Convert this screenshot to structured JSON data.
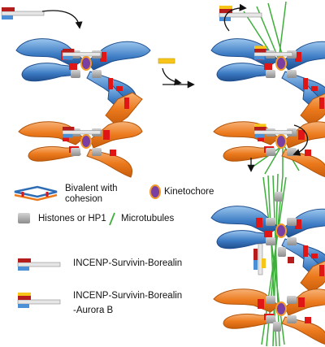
{
  "legend": {
    "bivalent": "Bivalent with\ncohesion",
    "kinetochore": "Kinetochore",
    "histones": "Histones or HP1",
    "microtubules": "Microtubules",
    "cpc": "INCENP-Survivin-Borealin",
    "cpc_aurora_line1": "INCENP-Survivin-Borealin",
    "cpc_aurora_line2": "-Aurora B"
  },
  "colors": {
    "chromosome_blue": "#2e6db5",
    "chromosome_blue_light": "#9cc6ee",
    "chromosome_orange": "#ec7a1d",
    "cohesion_red": "#e01515",
    "histone_gray": "#a0a0a0",
    "kinetochore_purple": "#7a3fa0",
    "kinetochore_ring": "#f39a2a",
    "microtubule_green": "#3fae3c",
    "incenp_light_gray": "#e6e6e6",
    "survivin_dark_red": "#b51c1c",
    "borealin_blue": "#4b8fd6",
    "aurora_yellow": "#f7c51a"
  }
}
